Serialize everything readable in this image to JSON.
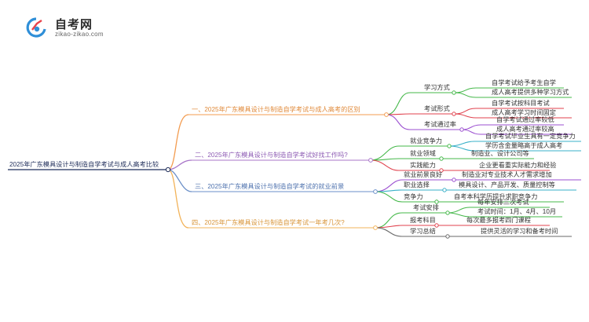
{
  "site": {
    "title": "自考网",
    "subtitle": "zikao-zikao.com"
  },
  "colors": {
    "root": "#1f2d5a",
    "b1": "#f39c50",
    "b2": "#a875c8",
    "b3": "#6a8fc8",
    "b4": "#f2b35a",
    "green": "#45b84a",
    "red": "#e0424e",
    "purple": "#9b4fd0",
    "teal": "#38b0c8",
    "dark": "#333333"
  },
  "root": "2025年广东模具设计与制造自学考试与成人高考比较",
  "branches": [
    {
      "label": "一、2025年广东模具设计与制造自学考试与成人高考的区别",
      "children": [
        {
          "label": "学习方式",
          "leaves": [
            "自学考试给予考生自学",
            "成人高考提供多种学习方式"
          ]
        },
        {
          "label": "考试形式",
          "leaves": [
            "自学考试按科目考试",
            "成人高考学习时间固定"
          ]
        },
        {
          "label": "考试通过率",
          "leaves": [
            "自学考试通过率较低",
            "成人高考通过率较高"
          ]
        }
      ]
    },
    {
      "label": "二、2025年广东模具设计与制造自学考试好找工作吗?",
      "children": [
        {
          "label": "就业竞争力",
          "leaves": [
            "自学考试毕业生具有一定竞争力",
            "学历含金量略高于成人高考"
          ]
        },
        {
          "label": "就业领域",
          "leaves": [
            "制造业、设计公司等"
          ]
        },
        {
          "label": "实践能力",
          "leaves": [
            "企业更看重实际能力和经验"
          ]
        }
      ]
    },
    {
      "label": "三、2025年广东模具设计与制造自学考试的就业前景",
      "children": [
        {
          "label": "就业前景良好",
          "leaves": [
            "制造业对专业技术人才需求增加"
          ]
        },
        {
          "label": "职业选择",
          "leaves": [
            "模具设计、产品开发、质量控制等"
          ]
        },
        {
          "label": "竞争力",
          "leaves": [
            "自考本科学历提升求职竞争力"
          ]
        }
      ]
    },
    {
      "label": "四、2025年广东模具设计与制造自学考试一年考几次?",
      "children": [
        {
          "label": "考试安排",
          "leaves": [
            "每年安排三次考试",
            "考试时间：1月、4月、10月"
          ]
        },
        {
          "label": "报考科目",
          "leaves": [
            "每次最多报考四门课程"
          ]
        },
        {
          "label": "学习总结",
          "leaves": [
            "提供灵活的学习和备考时间"
          ]
        }
      ]
    }
  ]
}
